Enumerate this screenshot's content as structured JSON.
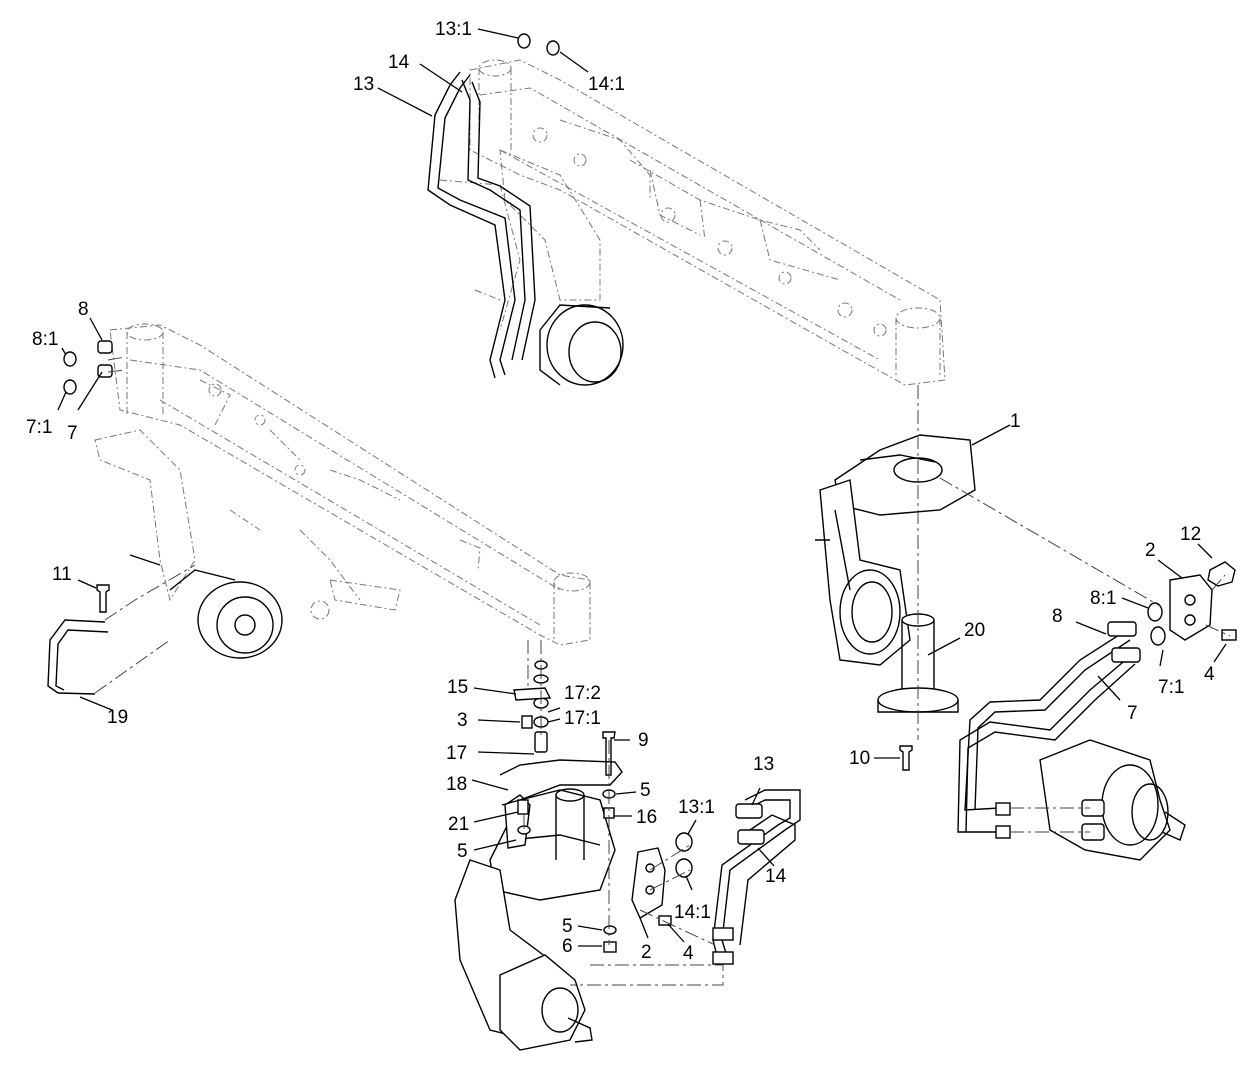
{
  "labels": [
    {
      "key": "c1",
      "text": "13:1"
    },
    {
      "key": "c2",
      "text": "14"
    },
    {
      "key": "c3",
      "text": "13"
    },
    {
      "key": "c4",
      "text": "14:1"
    },
    {
      "key": "c5",
      "text": "8"
    },
    {
      "key": "c6",
      "text": "8:1"
    },
    {
      "key": "c7",
      "text": "7:1"
    },
    {
      "key": "c8",
      "text": "7"
    },
    {
      "key": "c9",
      "text": "1"
    },
    {
      "key": "c10",
      "text": "12"
    },
    {
      "key": "c11",
      "text": "2"
    },
    {
      "key": "c12",
      "text": "8:1"
    },
    {
      "key": "c13",
      "text": "8"
    },
    {
      "key": "c14",
      "text": "20"
    },
    {
      "key": "c15",
      "text": "7:1"
    },
    {
      "key": "c16",
      "text": "4"
    },
    {
      "key": "c17",
      "text": "7"
    },
    {
      "key": "c18",
      "text": "11"
    },
    {
      "key": "c19",
      "text": "19"
    },
    {
      "key": "c20",
      "text": "15"
    },
    {
      "key": "c21",
      "text": "17:2"
    },
    {
      "key": "c22",
      "text": "3"
    },
    {
      "key": "c23",
      "text": "17:1"
    },
    {
      "key": "c24",
      "text": "17"
    },
    {
      "key": "c25",
      "text": "9"
    },
    {
      "key": "c26",
      "text": "10"
    },
    {
      "key": "c27",
      "text": "18"
    },
    {
      "key": "c28",
      "text": "13"
    },
    {
      "key": "c29",
      "text": "5"
    },
    {
      "key": "c30",
      "text": "13:1"
    },
    {
      "key": "c31",
      "text": "21"
    },
    {
      "key": "c32",
      "text": "16"
    },
    {
      "key": "c33",
      "text": "5"
    },
    {
      "key": "c34",
      "text": "14"
    },
    {
      "key": "c35",
      "text": "14:1"
    },
    {
      "key": "c36",
      "text": "5"
    },
    {
      "key": "c37",
      "text": "6"
    },
    {
      "key": "c38",
      "text": "2"
    },
    {
      "key": "c39",
      "text": "4"
    }
  ]
}
